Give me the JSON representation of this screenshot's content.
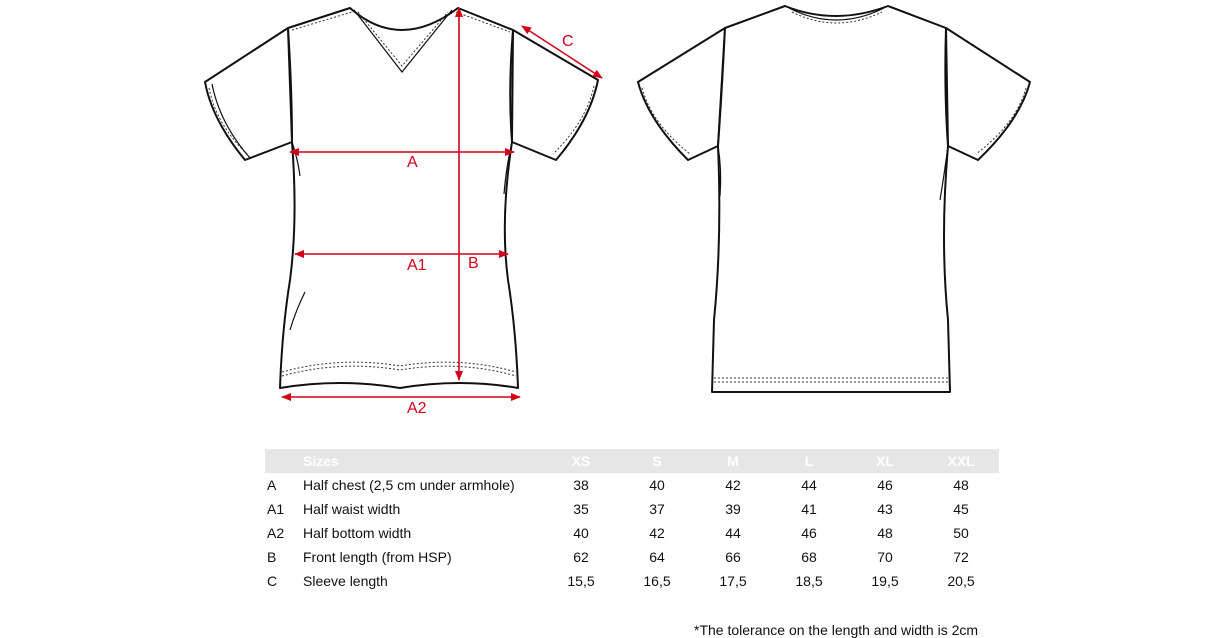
{
  "measure_labels": {
    "A": "A",
    "A1": "A1",
    "A2": "A2",
    "B": "B",
    "C": "C"
  },
  "table": {
    "header": {
      "label": "Sizes",
      "sizes": [
        "XS",
        "S",
        "M",
        "L",
        "XL",
        "XXL"
      ]
    },
    "rows": [
      {
        "code": "A",
        "label": "Half chest (2,5 cm under armhole)",
        "values": [
          "38",
          "40",
          "42",
          "44",
          "46",
          "48"
        ]
      },
      {
        "code": "A1",
        "label": "Half waist width",
        "values": [
          "35",
          "37",
          "39",
          "41",
          "43",
          "45"
        ]
      },
      {
        "code": "A2",
        "label": "Half bottom width",
        "values": [
          "40",
          "42",
          "44",
          "46",
          "48",
          "50"
        ]
      },
      {
        "code": "B",
        "label": "Front length (from HSP)",
        "values": [
          "62",
          "64",
          "66",
          "68",
          "70",
          "72"
        ]
      },
      {
        "code": "C",
        "label": "Sleeve length",
        "values": [
          "15,5",
          "16,5",
          "17,5",
          "18,5",
          "19,5",
          "20,5"
        ]
      }
    ]
  },
  "note": "*The tolerance on the length and width is 2cm",
  "colors": {
    "measure": "#d3001a",
    "header_bg": "#e6e6e6",
    "outline": "#111111"
  }
}
